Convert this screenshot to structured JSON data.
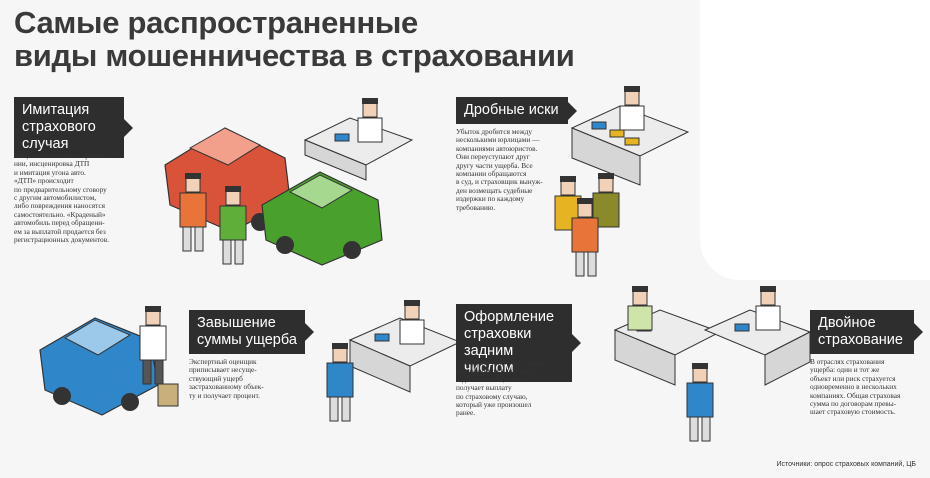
{
  "title": {
    "line1": "Самые распространенные",
    "line2": "виды мошенничества в страховании"
  },
  "sections": [
    {
      "tag_lines": [
        "Имитация",
        "страхового",
        "случая"
      ],
      "text": "Чаще всего — в автострахова-\nнии, инсценировка ДТП\nи имитация угона авто.\n«ДТП» происходит\nпо предварительному сговору\nс другим автомобилистом,\nлибо повреждения наносятся\nсамостоятельно. «Краденый»\nавтомобиль перед обращени-\nем за выплатой продается без\nрегистрационных документов."
    },
    {
      "tag_lines": [
        "Дробные иски"
      ],
      "text": "Убыток дробится между\nнесколькими юрлицами —\nкомпаниями автоюристов.\nОни переуступают друг\nдругу части ущерба. Все\nкомпании обращаются\nв суд, и страховщик вынуж-\nден возмещать судебные\nиздержки по каждому\nтребованию."
    },
    {
      "tag_lines": [
        "Завышение",
        "суммы ущерба"
      ],
      "text": "Экспертный оценщик\nприписывает несуще-\nствующий ущерб\nзастрахованному объек-\nту и получает процент."
    },
    {
      "tag_lines": [
        "Оформление",
        "страховки",
        "задним числом"
      ],
      "text": "Сотрудник страховой компа-\nнии оформляет документы\nзадним числом, клиент\nполучает выплату\nпо страховому случаю,\nкоторый уже произошел\nранее."
    },
    {
      "tag_lines": [
        "Двойное",
        "страхование"
      ],
      "text": "В отраслях страхования\nущерба: один и тот же\nобъект или риск страхуется\nодновременно в нескольких\nкомпаниях. Общая страховая\nсумма по договорам превы-\nшает страховую стоимость."
    }
  ],
  "source": "Источники: опрос страховых компаний, ЦБ",
  "colors": {
    "tag_bg": "#2e2e2e",
    "red_car": "#d9533a",
    "green_car": "#4aa02c",
    "blue_car": "#2f86c8",
    "shirt_orange": "#e8743a",
    "shirt_green": "#5fae3a",
    "shirt_yellow": "#e6b422",
    "shirt_olive": "#8a8a2a",
    "shirt_blue": "#2f86c8",
    "desk": "#ececec"
  }
}
